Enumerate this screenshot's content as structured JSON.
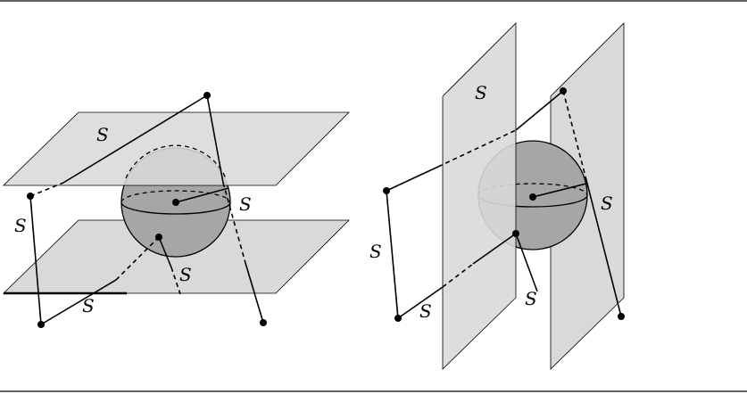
{
  "figure": {
    "colors": {
      "plane_fill": "#d9d9d9",
      "sphere_fill": "#a6a6a6",
      "sphere_light": "#cfcfcf",
      "stroke": "#000000"
    },
    "left_panel": {
      "labels": [
        "S",
        "S",
        "S",
        "S",
        "S"
      ]
    },
    "right_panel": {
      "labels": [
        "S",
        "S",
        "S",
        "S",
        "S"
      ]
    }
  }
}
